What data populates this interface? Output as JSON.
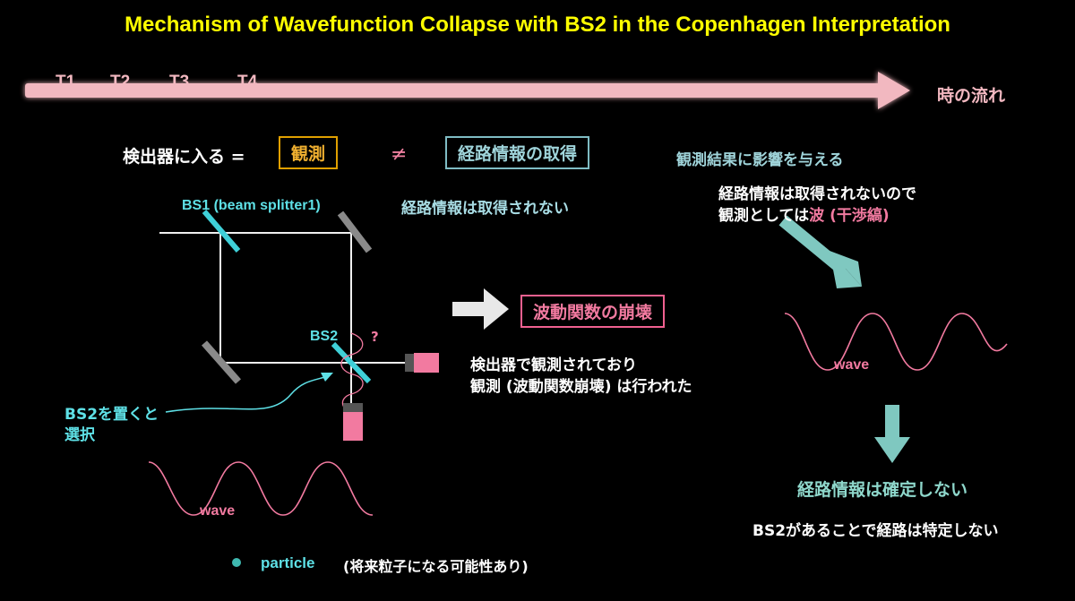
{
  "title": "Mechanism of Wavefunction Collapse with BS2 in the Copenhagen Interpretation",
  "timeline": {
    "ticks": [
      "T1",
      "T2",
      "T3",
      "T4"
    ],
    "label": "時の流れ"
  },
  "equation": {
    "lhs": "検出器に入る =",
    "observation": "観測",
    "neq": "≠",
    "path_info": "経路情報の取得"
  },
  "no_path_info": "経路情報は取得されない",
  "collapse": "波動関数の崩壊",
  "detected": {
    "line1": "検出器で観測されており",
    "line2": "観測 (波動関数崩壊) は行われた"
  },
  "right": {
    "affect": "観測結果に影響を与える",
    "line1": "経路情報は取得されないので",
    "line2_prefix": "観測としては",
    "line2_highlight": "波 (干渉縞)",
    "undetermined": "経路情報は確定しない",
    "bs2_note": "BS2があることで経路は特定しない"
  },
  "labels": {
    "bs1": "BS1 (beam splitter1)",
    "bs2": "BS2",
    "question": "?",
    "choose_line1": "BS2を置くと",
    "choose_line2": "選択",
    "wave_left": "wave",
    "wave_right": "wave"
  },
  "legend": {
    "particle": "particle",
    "note": "(将来粒子になる可能性あり)"
  },
  "colors": {
    "title": "#ffff00",
    "timeline": "#f2b8c0",
    "cyan": "#5ee0e6",
    "pink": "#f27aa0",
    "teal_arrow": "#7fc8c0"
  }
}
